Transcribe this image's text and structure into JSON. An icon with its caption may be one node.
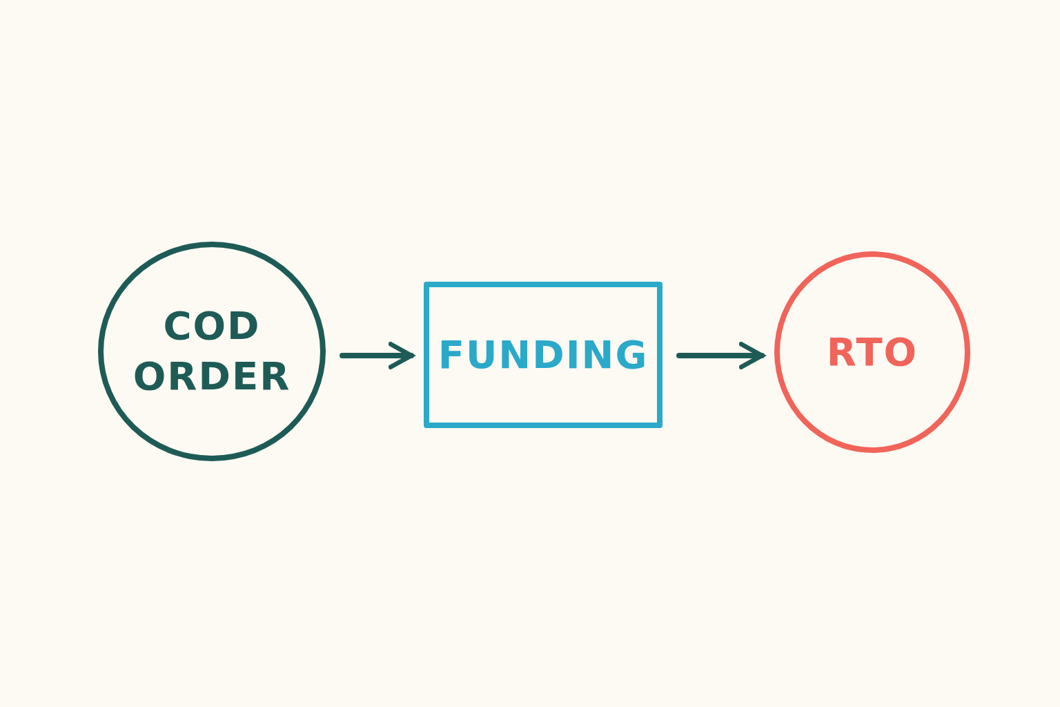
{
  "diagram": {
    "nodes": [
      {
        "text": [
          "COD ORDER"
        ]
      },
      {
        "text": [
          "FUNDING"
        ]
      },
      {
        "text": [
          "RTO"
        ]
      }
    ],
    "edges": [
      {
        "from": 0,
        "to": 1,
        "arrow": "to"
      },
      {
        "from": 1,
        "to": 2,
        "arrow": "to"
      }
    ]
  }
}
